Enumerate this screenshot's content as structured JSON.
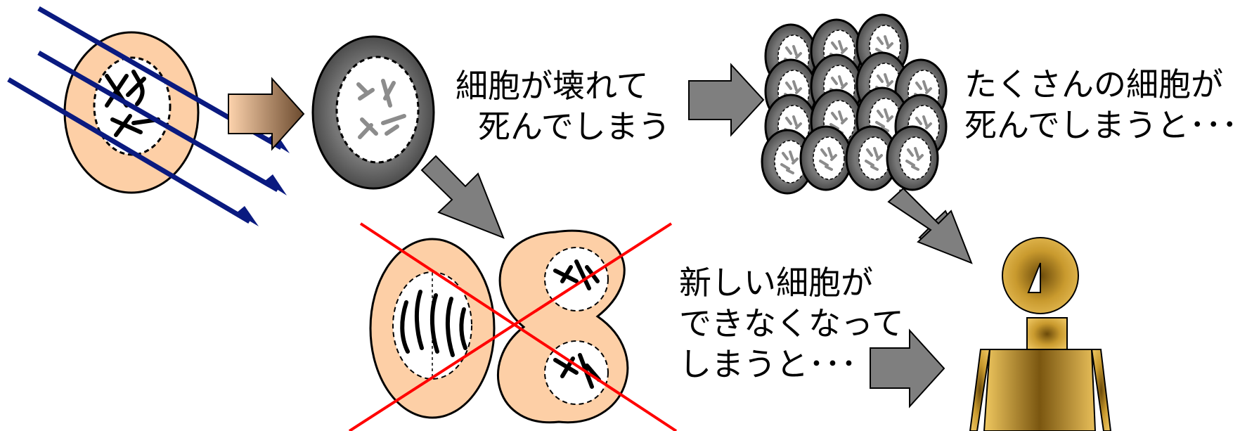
{
  "captions": {
    "cell_death": [
      "細胞が壊れて",
      "死んでしまう"
    ],
    "many_cells_die": [
      "たくさんの細胞が",
      "死んでしまうと･･･"
    ],
    "no_new_cells": [
      "新しい細胞が",
      "できなくなって",
      "しまうと･･･"
    ]
  },
  "colors": {
    "cell_body": "#fdcfa6",
    "radiation_ray": "#0a1a80",
    "dead_cell": "#4d4d4d",
    "arrow_gray": "#7f7f7f",
    "cross_out": "#ff0000",
    "figure_gold": "#d6a534"
  }
}
